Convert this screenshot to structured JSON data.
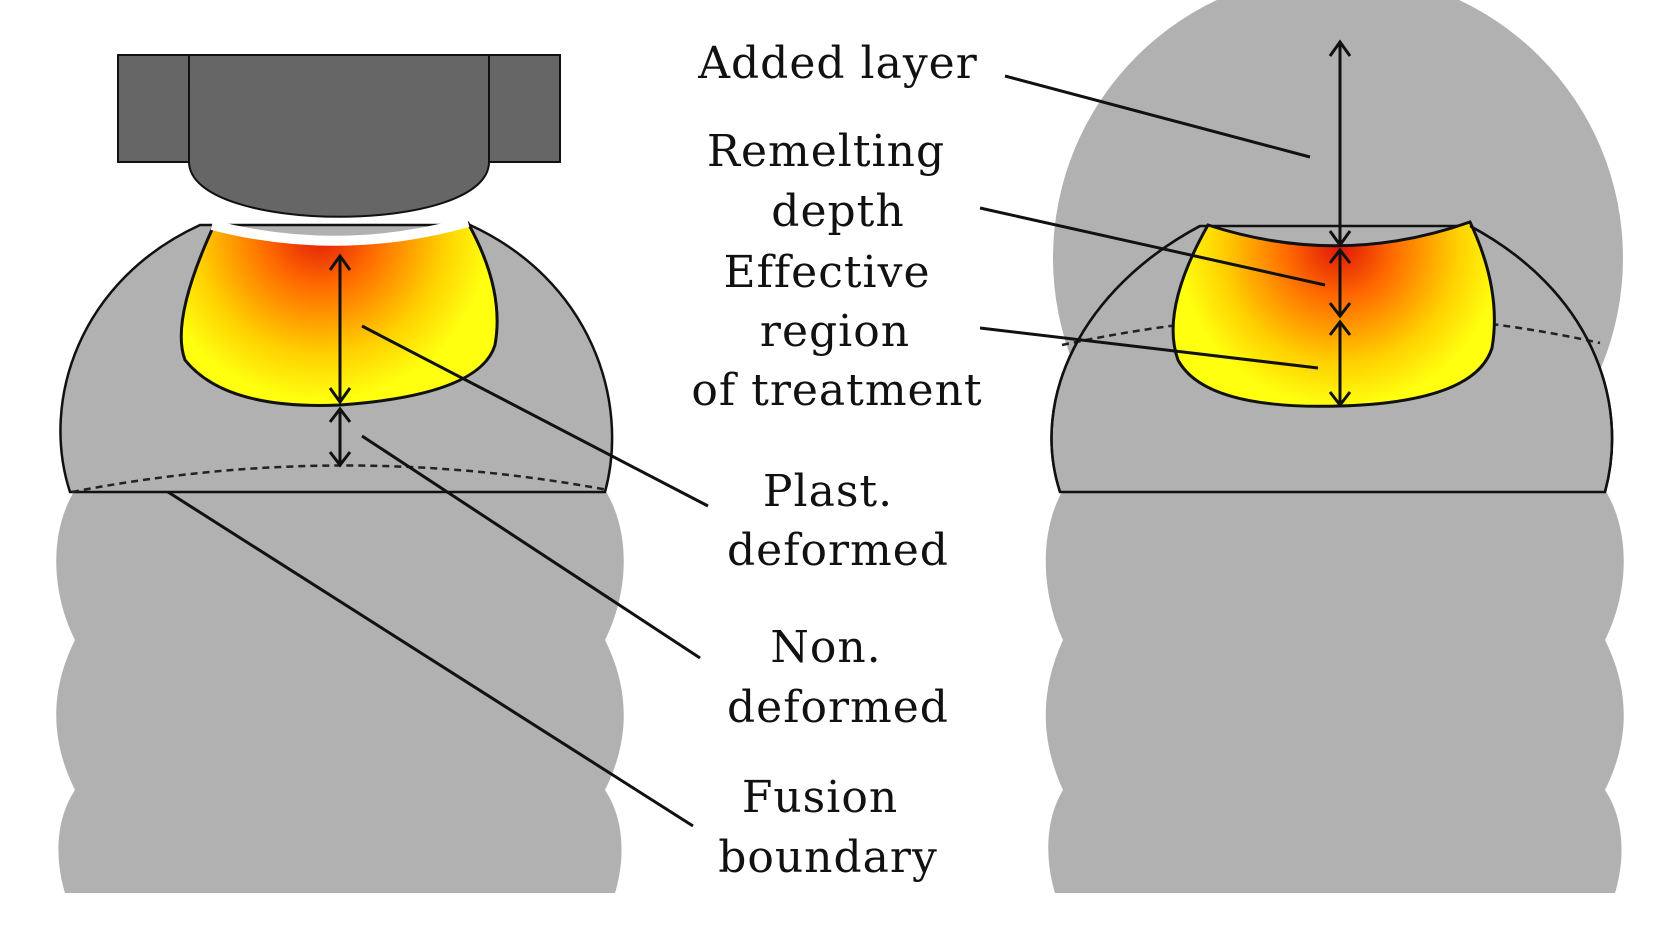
{
  "labels": {
    "added_layer": [
      "Added layer"
    ],
    "remelting_depth": [
      "Remelting",
      "depth"
    ],
    "effective_region": [
      "Effective",
      "region",
      "of treatment"
    ],
    "plast_deformed": [
      "Plast.",
      "deformed"
    ],
    "non_deformed": [
      "Non.",
      "deformed"
    ],
    "fusion_boundary": [
      "Fusion",
      "boundary"
    ]
  },
  "colors": {
    "wall_gray": "#b1b1b1",
    "tool_gray": "#666666",
    "outline": "#111111",
    "hot_center": "#e0140a",
    "hot_mid": "#ff8c00",
    "warm_edge": "#ffff0f",
    "background": "#ffffff"
  }
}
